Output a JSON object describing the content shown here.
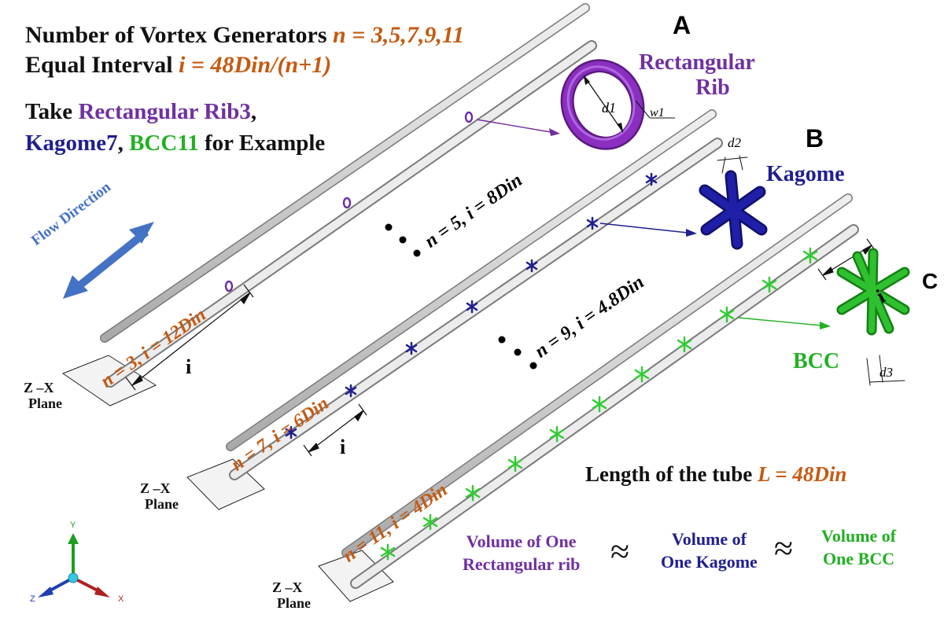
{
  "header": {
    "line1_prefix": "Number of Vortex Generators ",
    "line1_value": "n = 3,5,7,9,11",
    "line2_prefix": "Equal Interval ",
    "line2_value": "i = 48Din/(n+1)",
    "line3_prefix": "Take ",
    "line3_rib": "Rectangular Rib3",
    "line3_comma": ",",
    "line4_kagome": "Kagome7",
    "line4_comma": ", ",
    "line4_bcc": "BCC11",
    "line4_suffix": " for Example"
  },
  "panels": {
    "a": "A",
    "b": "B",
    "c": "C"
  },
  "generators": {
    "rib_line1": "Rectangular",
    "rib_line2": "Rib",
    "kagome": "Kagome",
    "bcc": "BCC",
    "d1": "d1",
    "w1": "w1",
    "d2": "d2",
    "d3": "d3"
  },
  "flow_direction": "Flow Direction",
  "tube_labels": {
    "n3": "n = 3, i = 12Din",
    "n5": "n = 5, i = 8Din",
    "n7": "n = 7, i = 6Din",
    "n9": "n = 9, i = 4.8Din",
    "n11": "n = 11, i = 4Din",
    "interval": "i"
  },
  "planes": {
    "p1_line1": "Z –X",
    "p1_line2": "Plane",
    "p2_line1": "Z –X",
    "p2_line2": "Plane",
    "p3_line1": "Z –X",
    "p3_line2": "Plane"
  },
  "length": {
    "prefix": "Length of the tube ",
    "value": "L = 48Din"
  },
  "volume": {
    "rib_line1": "Volume of One",
    "rib_line2": "Rectangular rib",
    "approx1": "≈",
    "kagome_line1": "Volume of",
    "kagome_line2": "One Kagome",
    "approx2": "≈",
    "bcc_line1": "Volume of",
    "bcc_line2": "One BCC"
  },
  "axes": {
    "y": "Y",
    "z": "Z",
    "x": "X"
  },
  "colors": {
    "orange": "#c55a11",
    "purple": "#7030a0",
    "navy": "#1f1f8f",
    "green": "#22b022",
    "flow_blue": "#4472c4"
  }
}
